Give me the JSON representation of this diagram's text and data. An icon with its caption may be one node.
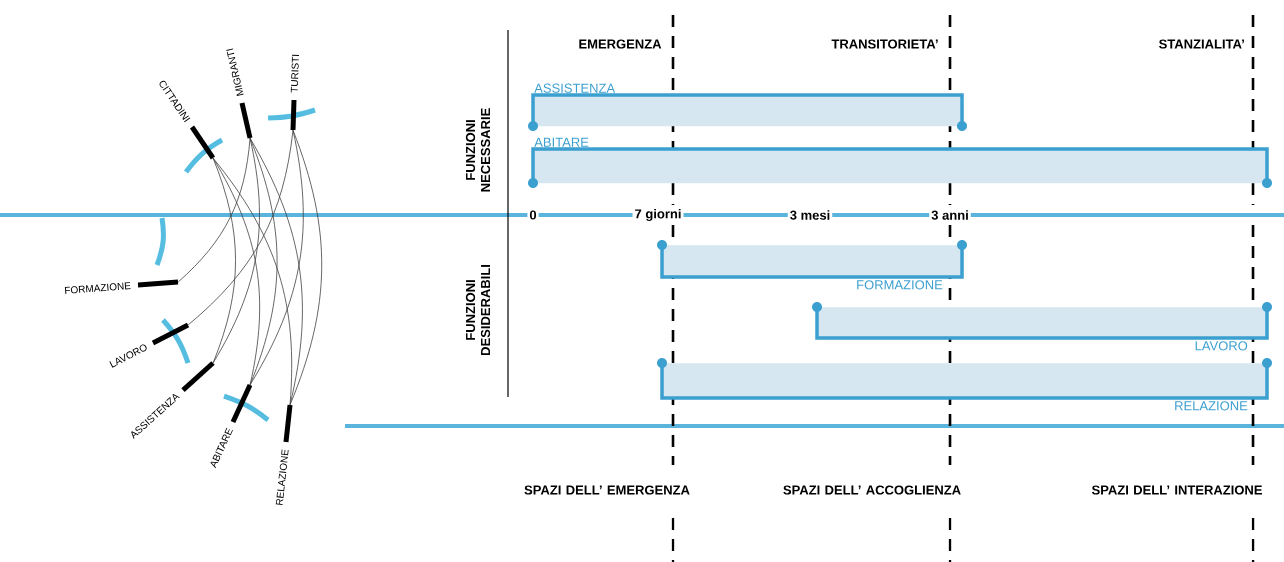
{
  "diagram": {
    "nodes": [
      {
        "text": [
          "CITTADINI"
        ]
      },
      {
        "text": [
          "MIGRANTI"
        ]
      },
      {
        "text": [
          "TURISTI"
        ]
      },
      {
        "text": [
          "FORMAZIONE"
        ]
      },
      {
        "text": [
          "LAVORO"
        ]
      },
      {
        "text": [
          "ASSISTENZA"
        ]
      },
      {
        "text": [
          "ABITARE"
        ]
      },
      {
        "text": [
          "RELAZIONE"
        ]
      },
      {
        "text": [
          "ASSISTENZA"
        ]
      },
      {
        "text": [
          "ABITARE"
        ]
      },
      {
        "text": [
          "FORMAZIONE"
        ]
      },
      {
        "text": [
          "LAVORO"
        ]
      },
      {
        "text": [
          "RELAZIONE"
        ]
      }
    ],
    "edges": [
      {
        "from": 0,
        "to": 5,
        "arrow": "none"
      },
      {
        "from": 0,
        "to": 6,
        "arrow": "none"
      },
      {
        "from": 0,
        "to": 7,
        "arrow": "none"
      },
      {
        "from": 1,
        "to": 3,
        "arrow": "none"
      },
      {
        "from": 1,
        "to": 5,
        "arrow": "none"
      },
      {
        "from": 1,
        "to": 6,
        "arrow": "none"
      },
      {
        "from": 1,
        "to": 7,
        "arrow": "none"
      },
      {
        "from": 2,
        "to": 4,
        "arrow": "none"
      },
      {
        "from": 2,
        "to": 6,
        "arrow": "none"
      },
      {
        "from": 2,
        "to": 7,
        "arrow": "none"
      }
    ],
    "labels": [
      "EMERGENZA",
      "TRANSITORIETA’",
      "STANZIALITA’",
      "FUNZIONI NECESSARIE",
      "0",
      "7 giorni",
      "3 mesi",
      "3 anni",
      "FUNZIONI DESIDERABILI",
      "SPAZI DELL’ EMERGENZA",
      "SPAZI DELL’ ACCOGLIENZA",
      "SPAZI DELL’ INTERAZIONE"
    ]
  }
}
